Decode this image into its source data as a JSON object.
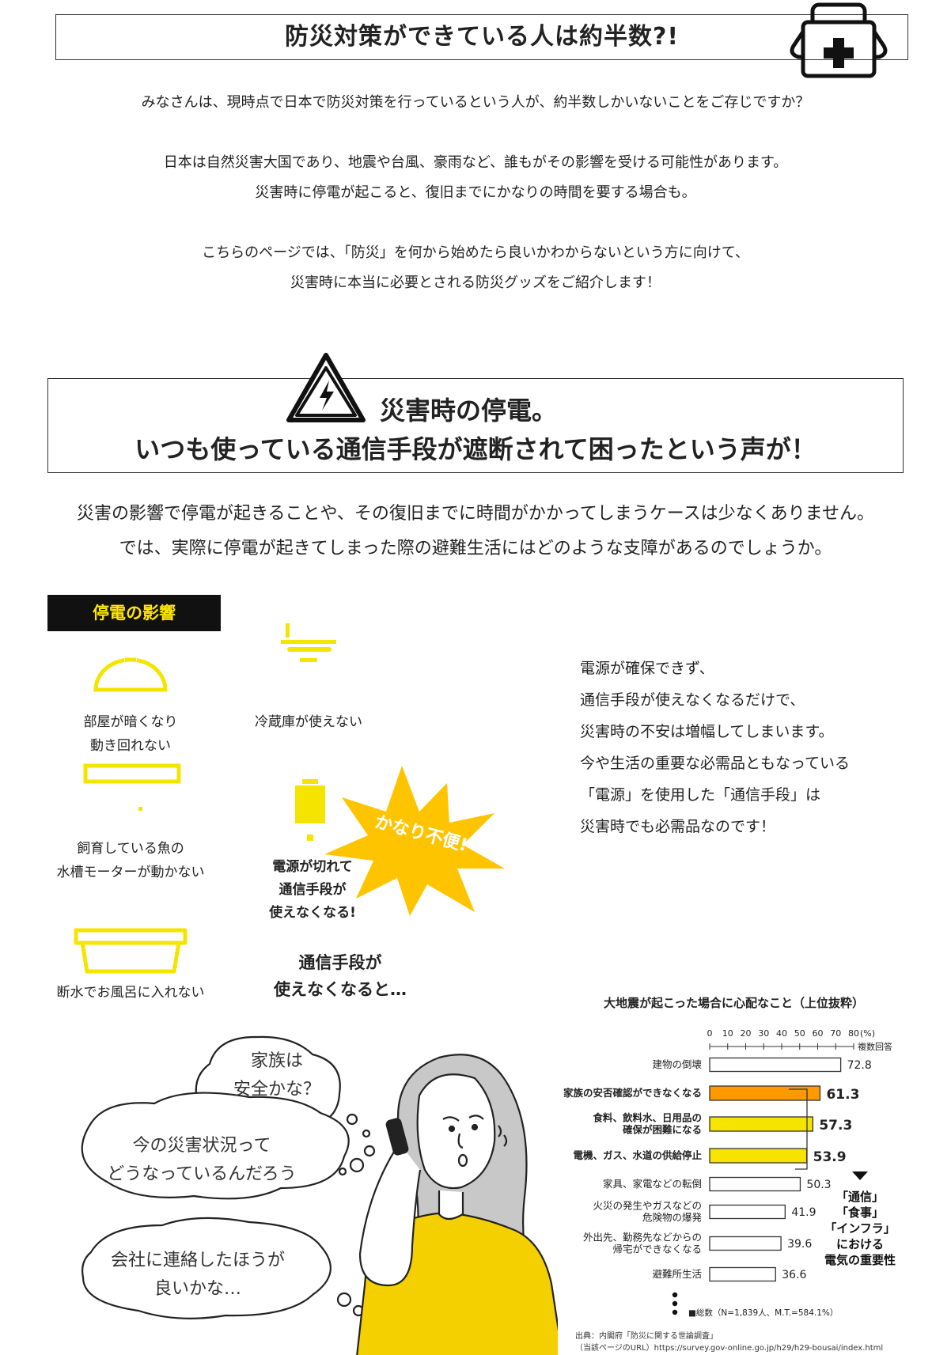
{
  "section1": {
    "title": "防災対策ができている人は約半数?!",
    "paragraphs": [
      "みなさんは、現時点で日本で防災対策を行っているという人が、約半数しかいないことをご存じですか？",
      "",
      "日本は自然災害大国であり、地震や台風、豪雨など、誰もがその影響を受ける可能性があります。",
      "災害時に停電が起こると、復旧までにかなりの時間を要する場合も。",
      "",
      "こちらのページでは、「防災」を何から始めたら良いかわからないという方に向けて、",
      "災害時に本当に必要とされる防災グッズをご紹介します！"
    ]
  },
  "section2": {
    "title_line1": "災害時の停電。",
    "title_line2": "いつも使っている通信手段が遮断されて困ったという声が！",
    "lead1": "災害の影響で停電が起きることや、その復旧までに時間がかかってしまうケースは少なくありません。",
    "lead2": "では、実際に停電が起きてしまった際の避難生活にはどのような支障があるのでしょうか。"
  },
  "effects": {
    "tag": "停電の影響",
    "room_1": "部屋が暗くなり",
    "room_2": "動き回れない",
    "fridge": "冷蔵庫が使えない",
    "fish_1": "飼育している魚の",
    "fish_2": "水槽モーターが動かない",
    "power_1": "電源が切れて",
    "power_2": "通信手段が",
    "power_3": "使えなくなる!",
    "burst": "かなり不便!",
    "bath": "断水でお風呂に入れない",
    "comm_1": "通信手段が",
    "comm_2": "使えなくなると…",
    "accent_color": "#f5e400",
    "burst_color": "#ffc400"
  },
  "right_text": [
    "電源が確保できず、",
    "通信手段が使えなくなるだけで、",
    "災害時の不安は増幅してしまいます。",
    "今や生活の重要な必需品ともなっている",
    "「電源」を使用した「通信手段」は",
    "災害時でも必需品なのです！"
  ],
  "bubbles": {
    "b1_1": "家族は",
    "b1_2": "安全かな？",
    "b2_1": "今の災害状況って",
    "b2_2": "どうなっているんだろう",
    "b3_1": "会社に連絡したほうが",
    "b3_2": "良いかな…"
  },
  "chart_data": {
    "type": "bar",
    "title": "大地震が起こった場合に心配なこと（上位抜粋）",
    "axis_ticks": [
      "0",
      "10",
      "20",
      "30",
      "40",
      "50",
      "60",
      "70",
      "80"
    ],
    "axis_unit": "(%)",
    "axis_note": "複数回答",
    "xlim": [
      0,
      80
    ],
    "categories": [
      [
        "建物の倒壊"
      ],
      [
        "家族の安否確認ができなくなる"
      ],
      [
        "食料、飲料水、日用品の",
        "確保が困難になる"
      ],
      [
        "電機、ガス、水道の供給停止"
      ],
      [
        "家具、家電などの転倒"
      ],
      [
        "火災の発生やガスなどの",
        "危険物の爆発"
      ],
      [
        "外出先、勤務先などからの",
        "帰宅ができなくなる"
      ],
      [
        "避難所生活"
      ]
    ],
    "values": [
      72.8,
      61.3,
      57.3,
      53.9,
      50.3,
      41.9,
      39.6,
      36.6
    ],
    "value_labels": [
      "72.8",
      "61.3",
      "57.3",
      "53.9",
      "50.3",
      "41.9",
      "39.6",
      "36.6"
    ],
    "bar_colors": [
      "#ffffff",
      "#ff9900",
      "#f5e400",
      "#f5e400",
      "#ffffff",
      "#ffffff",
      "#ffffff",
      "#ffffff"
    ],
    "highlighted": [
      false,
      true,
      true,
      true,
      false,
      false,
      false,
      false
    ],
    "legend": "■総数（N=1,839人、M.T.=584.1%）",
    "callout": [
      "「通信」",
      "「食事」",
      "「インフラ」",
      "における",
      "電気の重要性"
    ],
    "source_1": "出典：内閣府「防災に関する世論調査」",
    "source_2": "（当該ページのURL）https://survey.gov-online.go.jp/h29/h29-bousai/index.html"
  }
}
